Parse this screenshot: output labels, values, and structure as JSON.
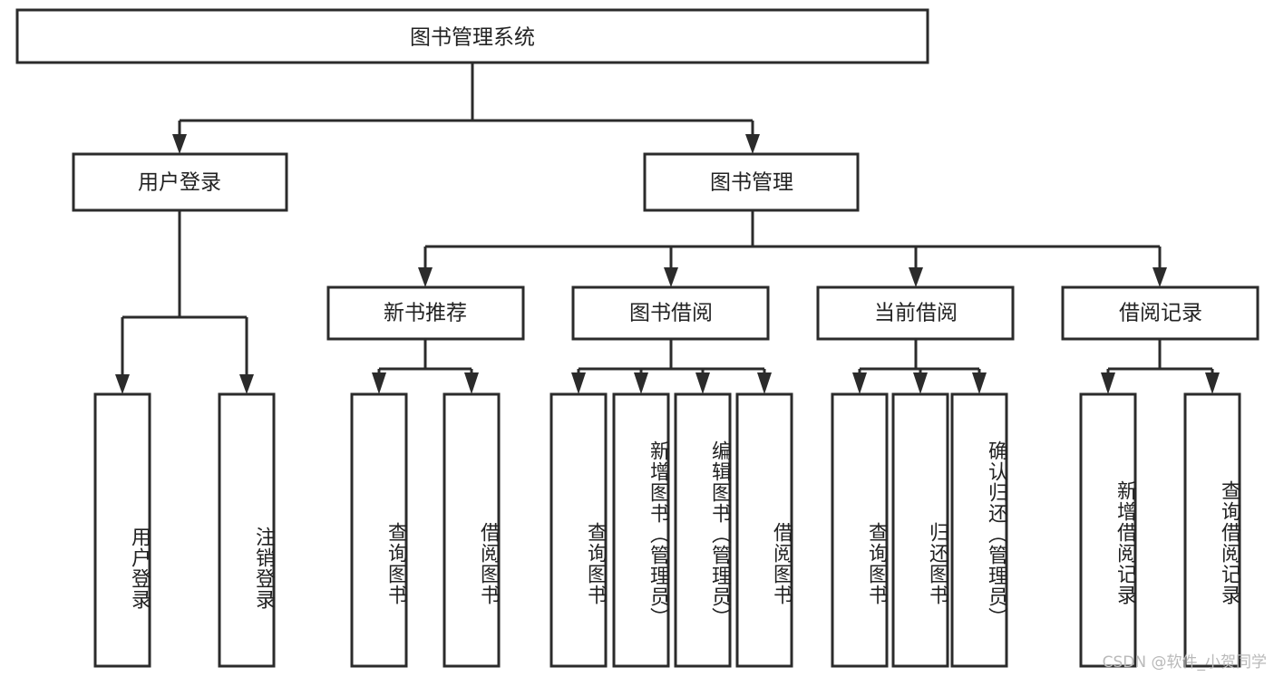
{
  "diagram": {
    "type": "tree",
    "title": "图书管理系统",
    "root": {
      "id": "root",
      "label": "图书管理系统",
      "orientation": "horizontal"
    },
    "level2": [
      {
        "id": "user-login",
        "label": "用户登录",
        "orientation": "horizontal"
      },
      {
        "id": "book-manage",
        "label": "图书管理",
        "orientation": "horizontal"
      }
    ],
    "level3": [
      {
        "id": "new-book-recommend",
        "label": "新书推荐",
        "orientation": "horizontal",
        "parent": "book-manage"
      },
      {
        "id": "book-borrow",
        "label": "图书借阅",
        "orientation": "horizontal",
        "parent": "book-manage"
      },
      {
        "id": "current-borrow",
        "label": "当前借阅",
        "orientation": "horizontal",
        "parent": "book-manage"
      },
      {
        "id": "borrow-record",
        "label": "借阅记录",
        "orientation": "horizontal",
        "parent": "book-manage"
      }
    ],
    "leaves": [
      {
        "id": "leaf-user-login",
        "label": "用户登录",
        "parent": "user-login",
        "orientation": "vertical"
      },
      {
        "id": "leaf-logout-login",
        "label": "注销登录",
        "parent": "user-login",
        "orientation": "vertical"
      },
      {
        "id": "leaf-query-book-1",
        "label": "查询图书",
        "parent": "new-book-recommend",
        "orientation": "vertical"
      },
      {
        "id": "leaf-borrow-book-1",
        "label": "借阅图书",
        "parent": "new-book-recommend",
        "orientation": "vertical"
      },
      {
        "id": "leaf-query-book-2",
        "label": "查询图书",
        "parent": "book-borrow",
        "orientation": "vertical"
      },
      {
        "id": "leaf-add-book",
        "label": "新增图书（管理员）",
        "parent": "book-borrow",
        "orientation": "vertical"
      },
      {
        "id": "leaf-edit-book",
        "label": "编辑图书（管理员）",
        "parent": "book-borrow",
        "orientation": "vertical"
      },
      {
        "id": "leaf-borrow-book-2",
        "label": "借阅图书",
        "parent": "book-borrow",
        "orientation": "vertical"
      },
      {
        "id": "leaf-query-book-3",
        "label": "查询图书",
        "parent": "current-borrow",
        "orientation": "vertical"
      },
      {
        "id": "leaf-return-book",
        "label": "归还图书",
        "parent": "current-borrow",
        "orientation": "vertical"
      },
      {
        "id": "leaf-confirm-return",
        "label": "确认归还（管理员）",
        "parent": "current-borrow",
        "orientation": "vertical"
      },
      {
        "id": "leaf-add-record",
        "label": "新增借阅记录",
        "parent": "borrow-record",
        "orientation": "vertical"
      },
      {
        "id": "leaf-query-record",
        "label": "查询借阅记录",
        "parent": "borrow-record",
        "orientation": "vertical"
      }
    ],
    "colors": {
      "box_fill": "#ffffff",
      "box_stroke": "#2b2b2b",
      "text": "#222222",
      "connector": "#2b2b2b",
      "watermark": "#b9b9b9",
      "background": "#ffffff"
    }
  },
  "watermark": {
    "text": "CSDN @软件_小贺同学"
  }
}
